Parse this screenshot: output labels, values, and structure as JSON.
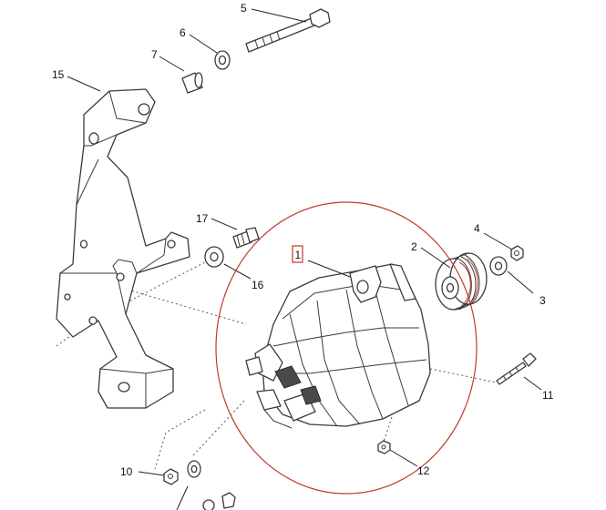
{
  "diagram": {
    "callouts": {
      "c1": "1",
      "c2": "2",
      "c3": "3",
      "c4": "4",
      "c5": "5",
      "c6": "6",
      "c7": "7",
      "c10": "10",
      "c11": "11",
      "c12": "12",
      "c15": "15",
      "c16": "16",
      "c17": "17"
    },
    "highlight_color": "#c0392b",
    "highlighted_callout": "1"
  }
}
